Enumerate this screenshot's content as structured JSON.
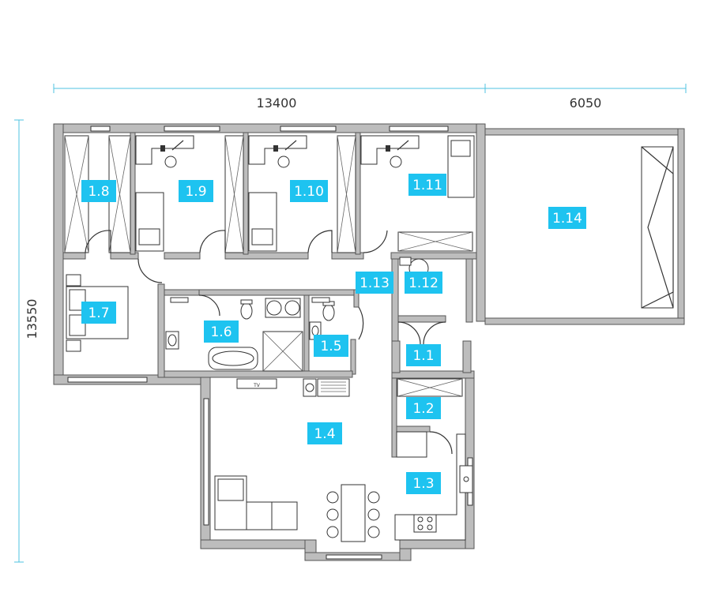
{
  "dimensions": {
    "top_left": "13400",
    "top_right": "6050",
    "left": "13550"
  },
  "rooms": [
    {
      "id": "1.1",
      "label": "1.1"
    },
    {
      "id": "1.2",
      "label": "1.2"
    },
    {
      "id": "1.3",
      "label": "1.3"
    },
    {
      "id": "1.4",
      "label": "1.4"
    },
    {
      "id": "1.5",
      "label": "1.5"
    },
    {
      "id": "1.6",
      "label": "1.6"
    },
    {
      "id": "1.7",
      "label": "1.7"
    },
    {
      "id": "1.8",
      "label": "1.8"
    },
    {
      "id": "1.9",
      "label": "1.9"
    },
    {
      "id": "1.10",
      "label": "1.10"
    },
    {
      "id": "1.11",
      "label": "1.11"
    },
    {
      "id": "1.12",
      "label": "1.12"
    },
    {
      "id": "1.13",
      "label": "1.13"
    },
    {
      "id": "1.14",
      "label": "1.14"
    }
  ],
  "furniture": {
    "tv_label": "TV"
  },
  "colors": {
    "label_fill": "#1ec3f0",
    "dimension_line": "#4fc3e0",
    "wall": "#bdbdbd"
  }
}
